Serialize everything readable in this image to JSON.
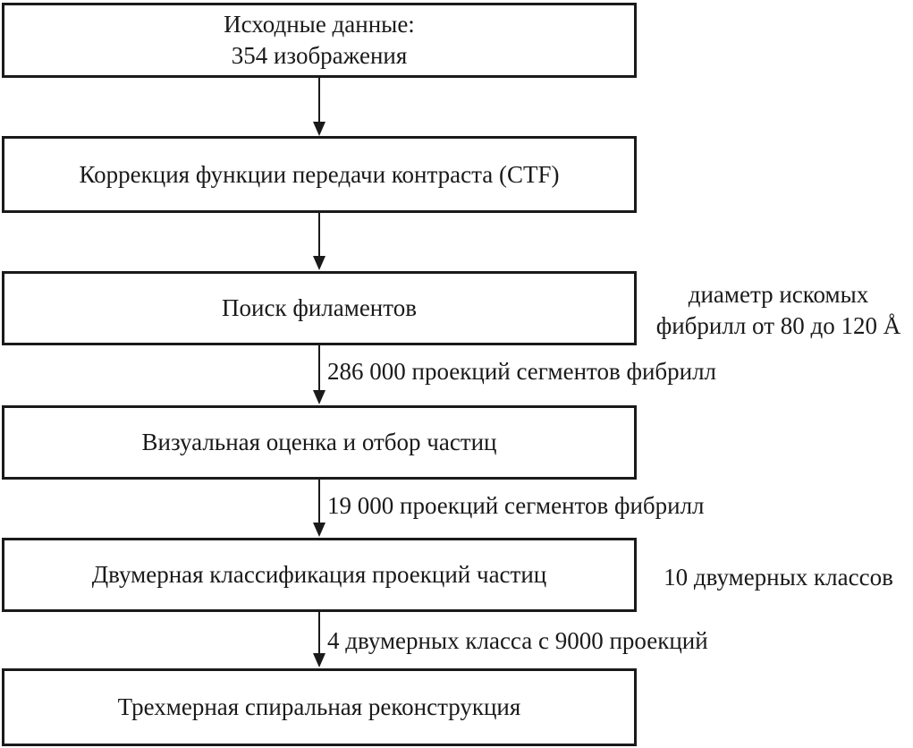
{
  "diagram": {
    "accent_color": "#1a1a1a",
    "background_color": "#ffffff",
    "boxes": [
      {
        "id": "source-data",
        "lines": [
          "Исходные данные:",
          "354 изображения"
        ]
      },
      {
        "id": "ctf-correction",
        "lines": [
          "Коррекция функции передачи контраста (CTF)"
        ]
      },
      {
        "id": "filament-search",
        "lines": [
          "Поиск филаментов"
        ]
      },
      {
        "id": "visual-assessment",
        "lines": [
          "Визуальная оценка и отбор частиц"
        ]
      },
      {
        "id": "2d-classification",
        "lines": [
          "Двумерная классификация проекций частиц"
        ]
      },
      {
        "id": "3d-reconstruction",
        "lines": [
          "Трехмерная спиральная реконструкция"
        ]
      }
    ],
    "arrow_labels": [
      {
        "text": "286 000 проекций сегментов фибрилл"
      },
      {
        "text": "19 000 проекций сегментов фибрилл"
      },
      {
        "text": "4 двумерных класса с 9000 проекций"
      }
    ],
    "side_notes": [
      {
        "lines": [
          "диаметр искомых",
          "фибрилл от 80 до 120 Å"
        ]
      },
      {
        "lines": [
          "10 двумерных классов"
        ]
      }
    ]
  }
}
